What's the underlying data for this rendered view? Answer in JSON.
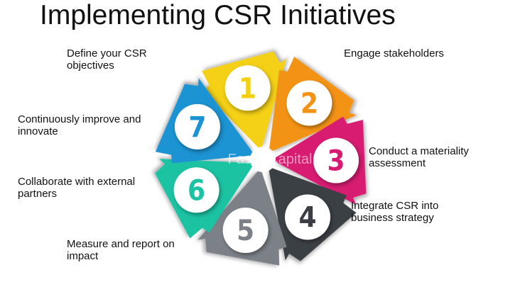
{
  "title": "Implementing CSR Initiatives",
  "watermark": "FasterCapital",
  "steps": [
    {
      "number": "1",
      "label": "Define your CSR objectives",
      "color": "#f4d012"
    },
    {
      "number": "2",
      "label": "Engage stakeholders",
      "color": "#f39318"
    },
    {
      "number": "3",
      "label": "Conduct a materiality assessment",
      "color": "#d71b72"
    },
    {
      "number": "4",
      "label": "Integrate CSR into business strategy",
      "color": "#3b3f45"
    },
    {
      "number": "5",
      "label": "Measure and report on impact",
      "color": "#7c8188"
    },
    {
      "number": "6",
      "label": "Collaborate with external partners",
      "color": "#1cc3a3"
    },
    {
      "number": "7",
      "label": "Continuously improve and innovate",
      "color": "#1b93d2"
    }
  ]
}
